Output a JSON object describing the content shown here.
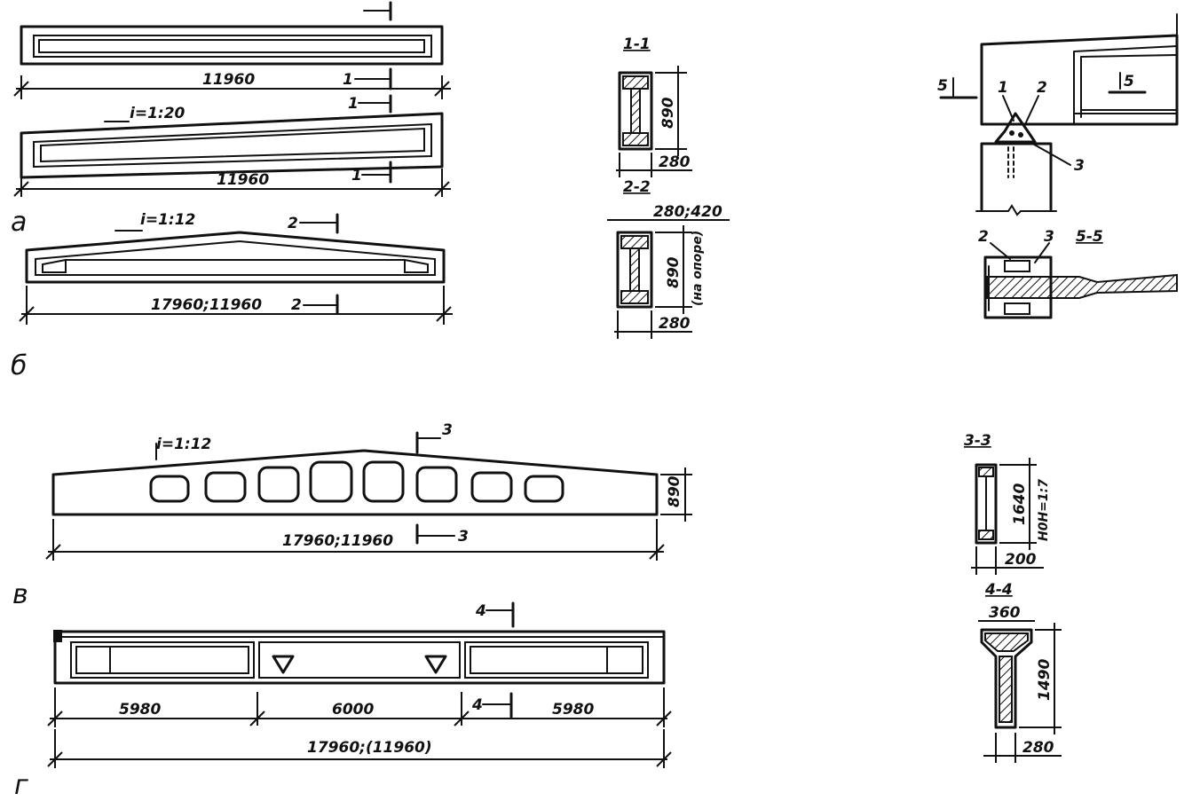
{
  "beam_a": {
    "label": "а",
    "dim_top": "11960",
    "dim_bottom": "11960",
    "slope": "i=1:20",
    "cut_1a": "1",
    "cut_1b": "1",
    "cut_1c": "1"
  },
  "beam_b": {
    "label": "б",
    "slope": "i=1:12",
    "dim": "17960;11960",
    "cut_2a": "2",
    "cut_2b": "2"
  },
  "beam_v": {
    "label": "в",
    "slope": "i=1:12",
    "dim": "17960;11960",
    "height": "890",
    "cut_3a": "3",
    "cut_3b": "3"
  },
  "beam_g": {
    "label": "г",
    "seg1": "5980",
    "seg2": "6000",
    "seg3": "5980",
    "total": "17960;(11960)",
    "cut_4a": "4",
    "cut_4b": "4"
  },
  "sections": {
    "s11_title": "1-1",
    "s11_height": "890",
    "s11_width": "280",
    "s22_title": "2-2",
    "s22_top": "280;420",
    "s22_height": "890",
    "s22_note": "(на опоре)",
    "s22_width": "280",
    "s33_title": "3-3",
    "s33_height": "1640",
    "s33_note": "H0H=1:7",
    "s33_width": "200",
    "s44_title": "4-4",
    "s44_top": "360",
    "s44_height": "1490",
    "s44_width": "280"
  },
  "node": {
    "cut5_left": "5",
    "cut5_right": "5",
    "mark1": "1",
    "mark2": "2",
    "mark3": "3",
    "sec55_title": "5-5",
    "sec55_mark2": "2",
    "sec55_mark3": "3"
  }
}
